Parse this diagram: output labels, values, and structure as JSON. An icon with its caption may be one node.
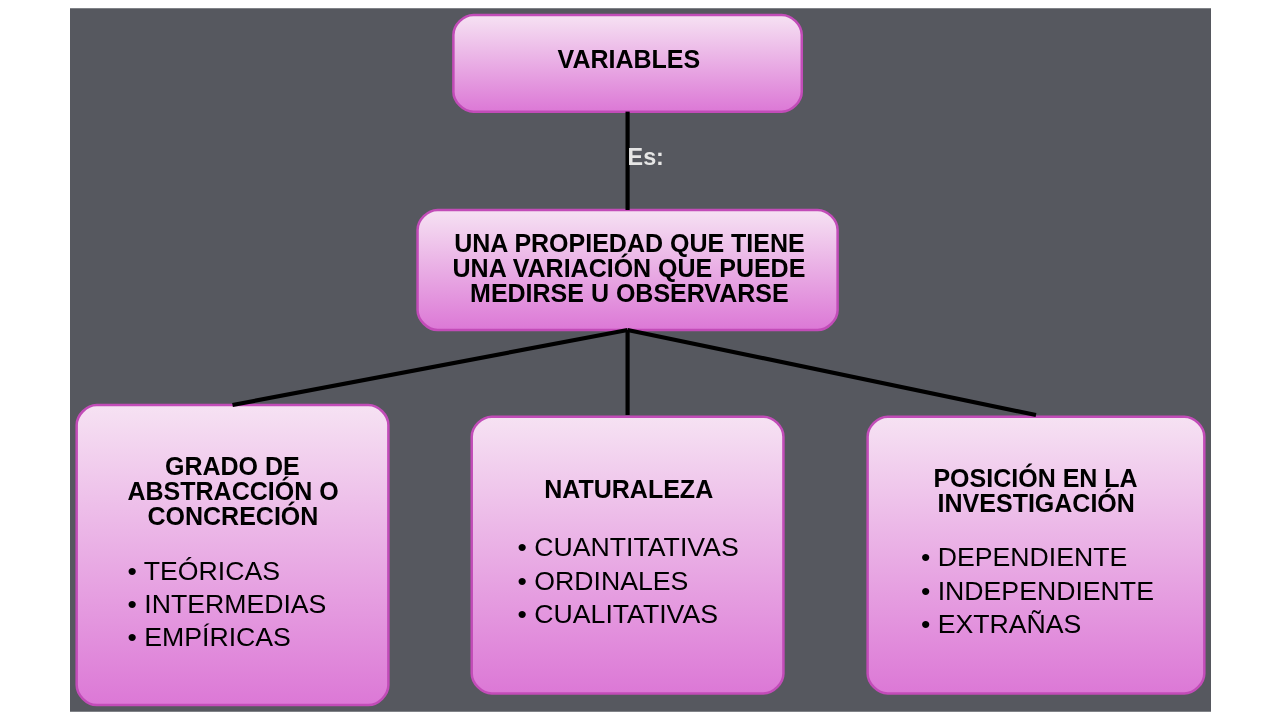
{
  "diagram": {
    "nodes": [
      {
        "text": [
          "VARIABLES"
        ]
      },
      {
        "text": [
          "UNA PROPIEDAD QUE TIENE UNA VARIACIÓN QUE PUEDE MEDIRSE U OBSERVARSE"
        ]
      },
      {
        "text": [
          "GRADO DE ABSTRACCIÓN O CONCRECIÓN",
          "• TEÓRICAS",
          "• INTERMEDIAS",
          "• EMPÍRICAS"
        ]
      },
      {
        "text": [
          "NATURALEZA",
          "• CUANTITATIVAS",
          "• ORDINALES",
          "• CUALITATIVAS"
        ]
      },
      {
        "text": [
          "POSICIÓN EN LA INVESTIGACIÓN",
          "• DEPENDIENTE",
          "• INDEPENDIENTE",
          "• EXTRAÑAS"
        ]
      }
    ],
    "edges": [
      {
        "from": 0,
        "to": 1,
        "arrow": "none",
        "label": "Es:"
      },
      {
        "from": 1,
        "to": 2,
        "arrow": "none"
      },
      {
        "from": 1,
        "to": 3,
        "arrow": "none"
      },
      {
        "from": 1,
        "to": 4,
        "arrow": "none"
      }
    ]
  }
}
